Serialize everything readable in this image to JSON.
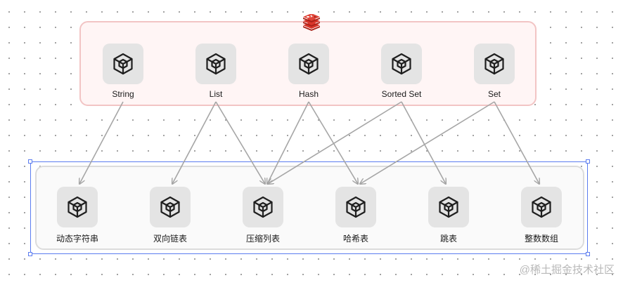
{
  "redis_types": [
    {
      "label": "String"
    },
    {
      "label": "List"
    },
    {
      "label": "Hash"
    },
    {
      "label": "Sorted Set"
    },
    {
      "label": "Set"
    }
  ],
  "structures": [
    {
      "label": "动态字符串"
    },
    {
      "label": "双向链表"
    },
    {
      "label": "压缩列表"
    },
    {
      "label": "哈希表"
    },
    {
      "label": "跳表"
    },
    {
      "label": "整数数组"
    }
  ],
  "edges": [
    {
      "from": "String",
      "to": "动态字符串"
    },
    {
      "from": "List",
      "to": "双向链表"
    },
    {
      "from": "List",
      "to": "压缩列表"
    },
    {
      "from": "Hash",
      "to": "压缩列表"
    },
    {
      "from": "Hash",
      "to": "哈希表"
    },
    {
      "from": "Sorted Set",
      "to": "压缩列表"
    },
    {
      "from": "Sorted Set",
      "to": "跳表"
    },
    {
      "from": "Set",
      "to": "哈希表"
    },
    {
      "from": "Set",
      "to": "整数数组"
    }
  ],
  "watermark": "@稀土掘金技术社区",
  "colors": {
    "redis_group_border": "#f2c4c4",
    "redis_group_fill": "#fff5f5",
    "selection_border": "#5b7cf0",
    "arrow": "#a6a6a6",
    "icon_bg": "#e4e4e4"
  },
  "icons": {
    "node": "cube-icon",
    "group_logo": "redis-logo-icon"
  }
}
